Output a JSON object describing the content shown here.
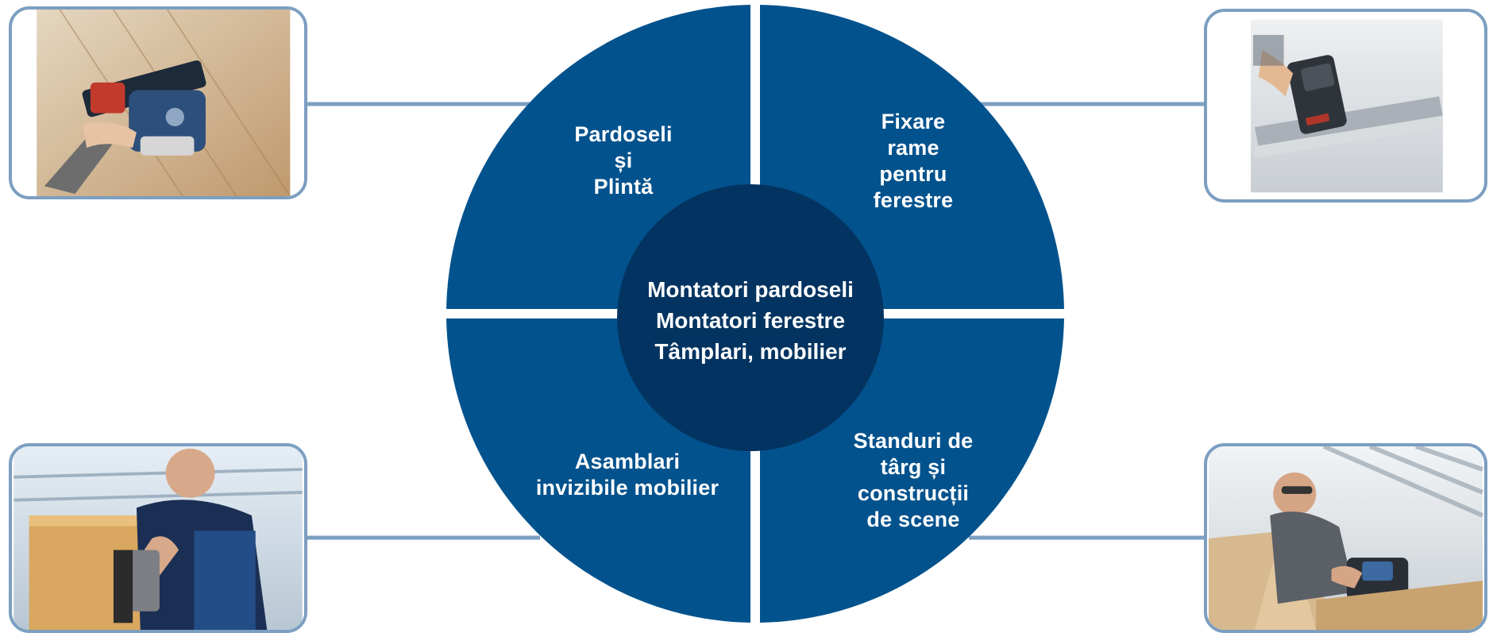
{
  "colors": {
    "quadrant_fill": "#02528d",
    "center_fill": "#033461",
    "separator": "#ffffff",
    "connector_line": "#7c9fc1",
    "card_border": "#7c9fc1",
    "text": "#ffffff"
  },
  "center": {
    "lines": "Montatori pardoseli\nMontatori ferestre\nTâmplari, mobilier"
  },
  "quadrants": {
    "top_left": {
      "label": "Pardoseli\nși\nPlintă"
    },
    "top_right": {
      "label": "Fixare\nrame\npentru\nferestre"
    },
    "bottom_left": {
      "label": "Asamblari\ninvizibile mobilier"
    },
    "bottom_right": {
      "label": "Standuri de\ntârg și\nconstrucții\nde scene"
    }
  },
  "photos": {
    "top_left": {
      "subject": "cordless nailer on wooden floor"
    },
    "top_right": {
      "subject": "cordless tool on window frame"
    },
    "bottom_left": {
      "subject": "worker assembling furniture"
    },
    "bottom_right": {
      "subject": "worker building stage set"
    }
  }
}
